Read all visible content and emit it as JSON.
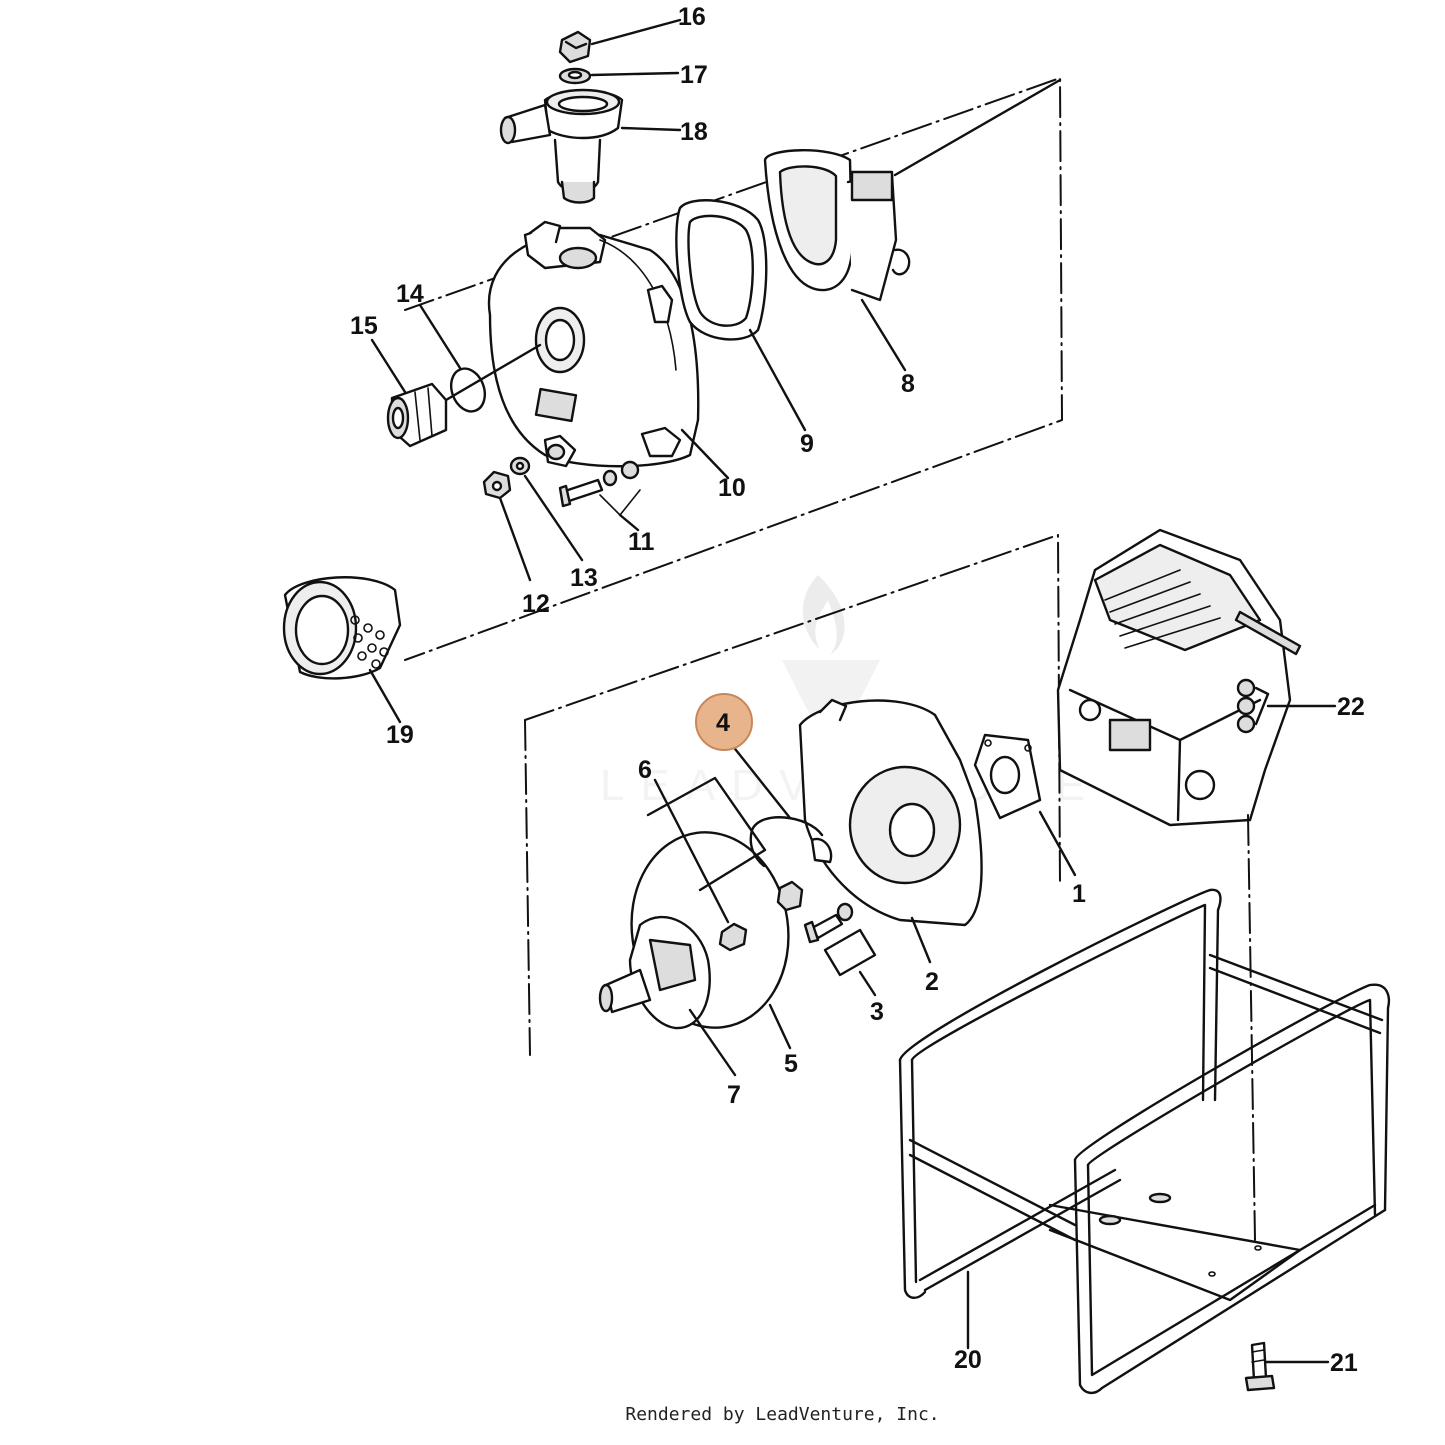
{
  "diagram": {
    "callouts": [
      "1",
      "2",
      "3",
      "4",
      "5",
      "6",
      "7",
      "8",
      "9",
      "10",
      "11",
      "12",
      "13",
      "14",
      "15",
      "16",
      "17",
      "18",
      "19",
      "20",
      "21",
      "22"
    ],
    "highlighted_callout": "4",
    "highlight_color": "#e8b48c",
    "watermark": "LEADVENTURE"
  },
  "footer": {
    "text": "Rendered by LeadVenture, Inc."
  }
}
